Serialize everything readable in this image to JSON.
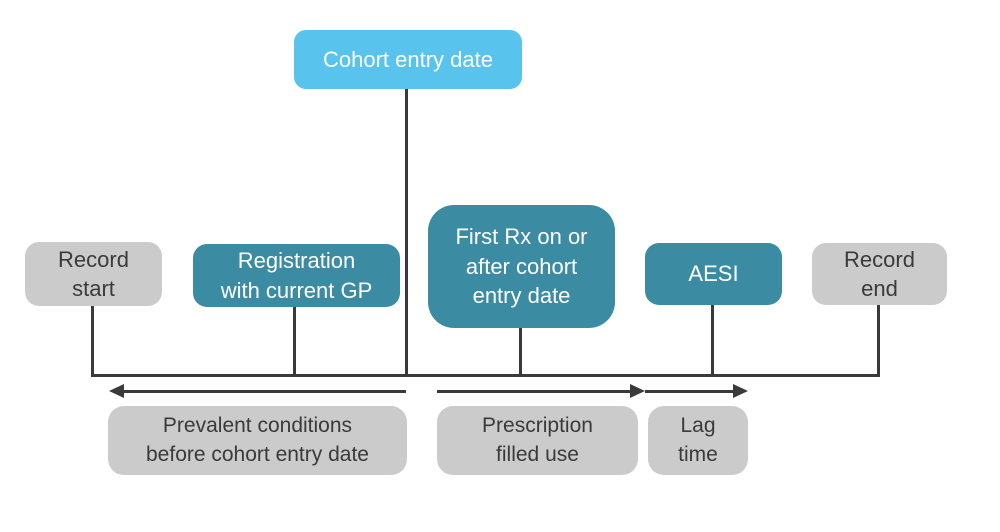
{
  "colors": {
    "sky": "#58c3ec",
    "teal": "#3b8ba3",
    "gray": "#cbcbcb",
    "ink": "#3a3a3a",
    "bg": "#ffffff"
  },
  "cohort_entry": {
    "label": "Cohort entry date"
  },
  "events": {
    "record_start": {
      "label": "Record\nstart"
    },
    "registration": {
      "label": "Registration\nwith current GP"
    },
    "first_rx": {
      "label": "First Rx on or\nafter cohort\nentry date"
    },
    "aesi": {
      "label": "AESI"
    },
    "record_end": {
      "label": "Record\nend"
    }
  },
  "periods": {
    "prevalent": {
      "label": "Prevalent conditions\nbefore cohort entry date"
    },
    "prescription": {
      "label": "Prescription\nfilled use"
    },
    "lag": {
      "label": "Lag\ntime"
    }
  }
}
